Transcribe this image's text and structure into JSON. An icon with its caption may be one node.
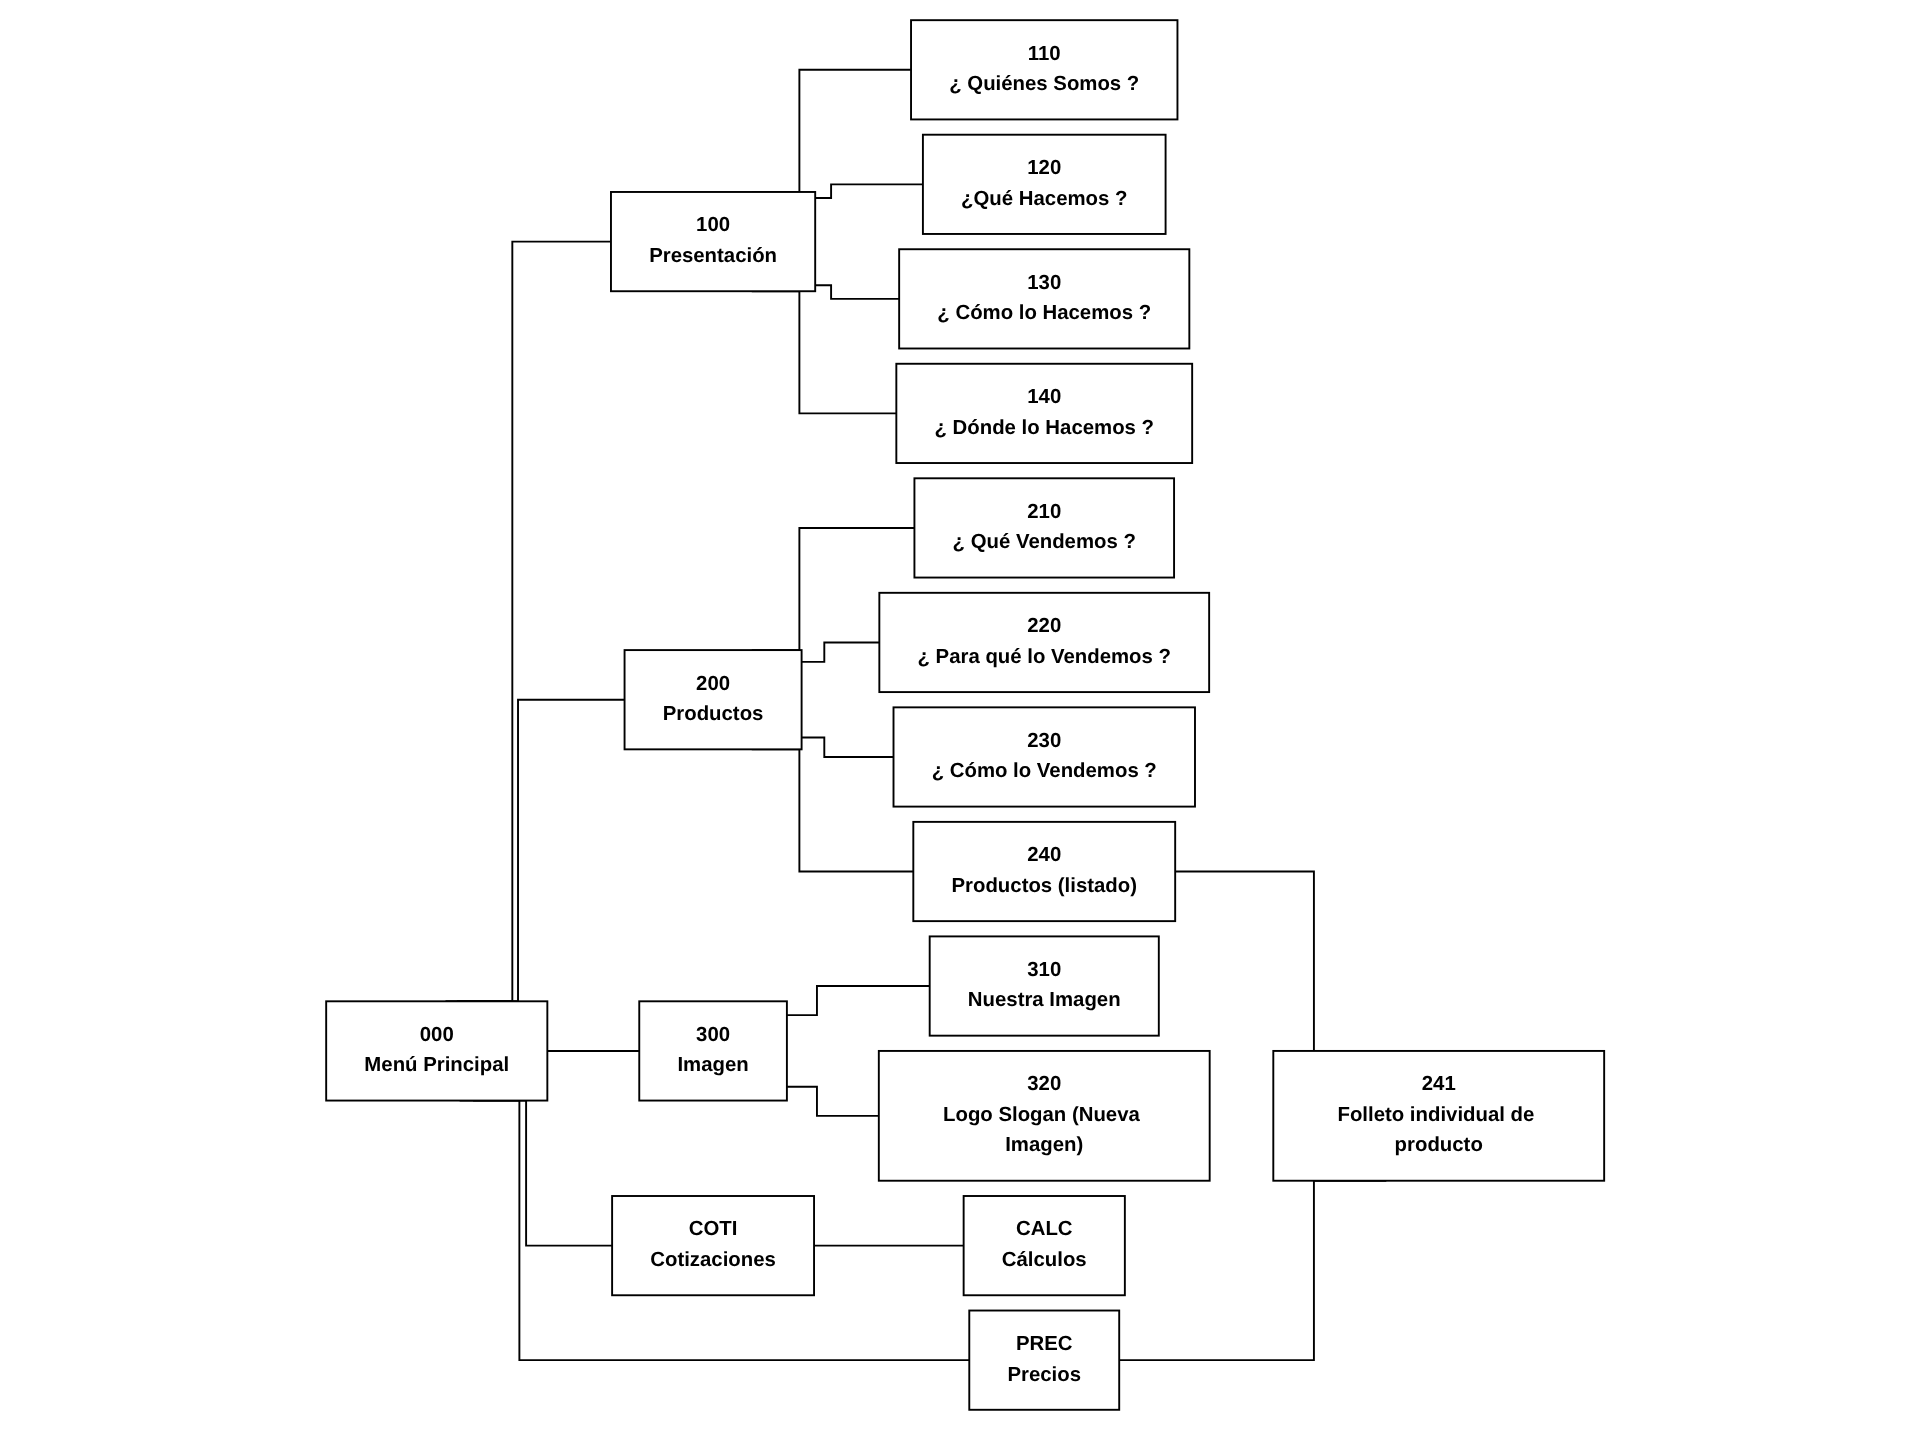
{
  "diagram": {
    "nodes": [
      {
        "text": [
          "000",
          "Menú Principal"
        ]
      },
      {
        "text": [
          "100",
          "Presentación"
        ]
      },
      {
        "text": [
          "200",
          "Productos"
        ]
      },
      {
        "text": [
          "300",
          "Imagen"
        ]
      },
      {
        "text": [
          "COTI",
          "Cotizaciones"
        ]
      },
      {
        "text": [
          "110",
          "¿ Quiénes Somos ?"
        ]
      },
      {
        "text": [
          "120",
          "¿Qué Hacemos ?"
        ]
      },
      {
        "text": [
          "130",
          "¿ Cómo lo Hacemos ?"
        ]
      },
      {
        "text": [
          "140",
          "¿ Dónde lo Hacemos ?"
        ]
      },
      {
        "text": [
          "210",
          "¿ Qué Vendemos ?"
        ]
      },
      {
        "text": [
          "220",
          "¿ Para qué lo Vendemos ?"
        ]
      },
      {
        "text": [
          "230",
          "¿ Cómo lo Vendemos ?"
        ]
      },
      {
        "text": [
          "240",
          "Productos (listado)"
        ]
      },
      {
        "text": [
          "241",
          "Folleto individual de producto"
        ]
      },
      {
        "text": [
          "310",
          "Nuestra Imagen"
        ]
      },
      {
        "text": [
          "320",
          "Logo Slogan (Nueva Imagen)"
        ]
      },
      {
        "text": [
          "CALC",
          "Cálculos"
        ]
      },
      {
        "text": [
          "PREC",
          "Precios"
        ]
      }
    ],
    "edges": [
      {
        "from": 0,
        "to": 1,
        "arrow": "none"
      },
      {
        "from": 0,
        "to": 2,
        "arrow": "none"
      },
      {
        "from": 0,
        "to": 3,
        "arrow": "none"
      },
      {
        "from": 0,
        "to": 4,
        "arrow": "none"
      },
      {
        "from": 0,
        "to": 17,
        "arrow": "none"
      },
      {
        "from": 1,
        "to": 5,
        "arrow": "none"
      },
      {
        "from": 1,
        "to": 6,
        "arrow": "none"
      },
      {
        "from": 1,
        "to": 7,
        "arrow": "none"
      },
      {
        "from": 1,
        "to": 8,
        "arrow": "none"
      },
      {
        "from": 2,
        "to": 9,
        "arrow": "none"
      },
      {
        "from": 2,
        "to": 10,
        "arrow": "none"
      },
      {
        "from": 2,
        "to": 11,
        "arrow": "none"
      },
      {
        "from": 2,
        "to": 12,
        "arrow": "none"
      },
      {
        "from": 12,
        "to": 13,
        "arrow": "none"
      },
      {
        "from": 3,
        "to": 14,
        "arrow": "none"
      },
      {
        "from": 3,
        "to": 15,
        "arrow": "none"
      },
      {
        "from": 4,
        "to": 16,
        "arrow": "none"
      },
      {
        "from": 17,
        "to": 13,
        "arrow": "none"
      }
    ]
  }
}
